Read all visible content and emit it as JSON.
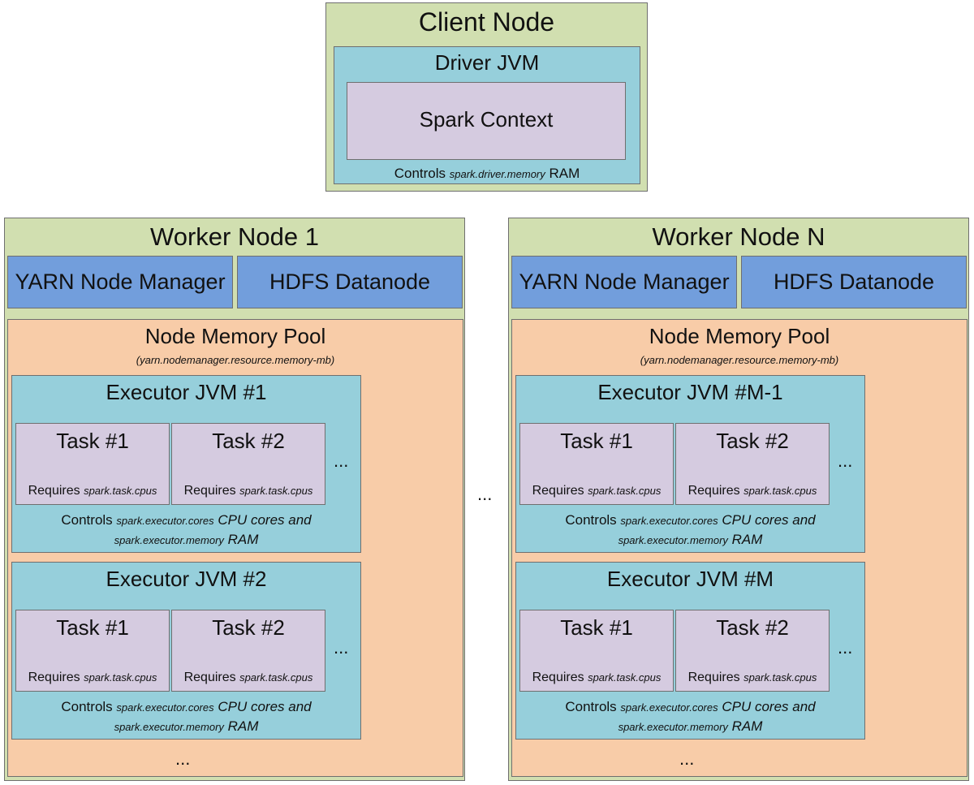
{
  "client": {
    "title": "Client Node",
    "driver_title": "Driver JVM",
    "spark_context": "Spark Context",
    "controls_prefix": "Controls",
    "controls_param": "spark.driver.memory",
    "controls_suffix": "RAM"
  },
  "workers": [
    {
      "title": "Worker Node 1",
      "yarn": "YARN Node Manager",
      "hdfs": "HDFS Datanode",
      "pool_title": "Node Memory Pool",
      "pool_param": "(yarn.nodemanager.resource.memory-mb)",
      "executors": [
        {
          "title": "Executor JVM #1"
        },
        {
          "title": "Executor JVM #2"
        }
      ],
      "bottom_ellipsis": "..."
    },
    {
      "title": "Worker Node N",
      "yarn": "YARN Node Manager",
      "hdfs": "HDFS Datanode",
      "pool_title": "Node Memory Pool",
      "pool_param": "(yarn.nodemanager.resource.memory-mb)",
      "executors": [
        {
          "title": "Executor JVM #M-1"
        },
        {
          "title": "Executor JVM #M"
        }
      ],
      "bottom_ellipsis": "..."
    }
  ],
  "task": {
    "task1": "Task #1",
    "task2": "Task #2",
    "requires": "Requires",
    "requires_param": "spark.task.cpus",
    "more": "..."
  },
  "executor_controls": {
    "prefix": "Controls",
    "cores_param": "spark.executor.cores",
    "cores_suffix": "CPU cores and",
    "memory_param": "spark.executor.memory",
    "memory_suffix": "RAM"
  },
  "between_workers": "..."
}
